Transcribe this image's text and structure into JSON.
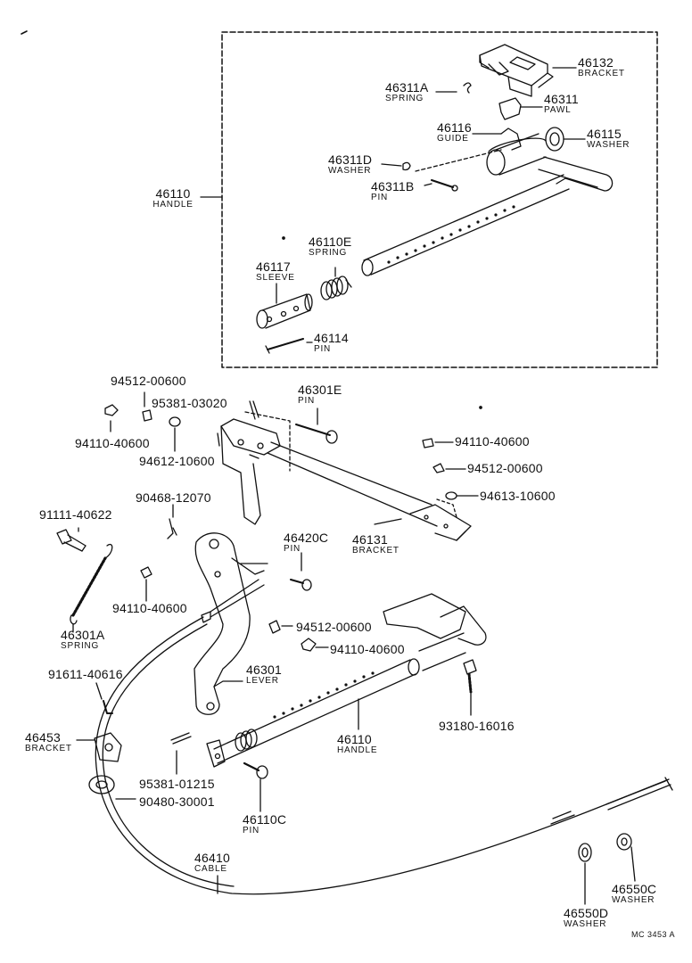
{
  "diagram": {
    "ref_code": "MC 3453 A",
    "parts": [
      {
        "id": "p46132",
        "number": "46132",
        "name": "BRACKET"
      },
      {
        "id": "p46311A",
        "number": "46311A",
        "name": "SPRING"
      },
      {
        "id": "p46311",
        "number": "46311",
        "name": "PAWL"
      },
      {
        "id": "p46116",
        "number": "46116",
        "name": "GUIDE"
      },
      {
        "id": "p46115",
        "number": "46115",
        "name": "WASHER"
      },
      {
        "id": "p46311D",
        "number": "46311D",
        "name": "WASHER"
      },
      {
        "id": "p46311B",
        "number": "46311B",
        "name": "PIN"
      },
      {
        "id": "p46110top",
        "number": "46110",
        "name": "HANDLE"
      },
      {
        "id": "p46110E",
        "number": "46110E",
        "name": "SPRING"
      },
      {
        "id": "p46117",
        "number": "46117",
        "name": "SLEEVE"
      },
      {
        "id": "p46114",
        "number": "46114",
        "name": "PIN"
      },
      {
        "id": "p94512a",
        "number": "94512-00600",
        "name": ""
      },
      {
        "id": "p95381a",
        "number": "95381-03020",
        "name": ""
      },
      {
        "id": "p46301E",
        "number": "46301E",
        "name": "PIN"
      },
      {
        "id": "p94110a",
        "number": "94110-40600",
        "name": ""
      },
      {
        "id": "p94612",
        "number": "94612-10600",
        "name": ""
      },
      {
        "id": "p94110b",
        "number": "94110-40600",
        "name": ""
      },
      {
        "id": "p94512b",
        "number": "94512-00600",
        "name": ""
      },
      {
        "id": "p94613",
        "number": "94613-10600",
        "name": ""
      },
      {
        "id": "p90468",
        "number": "90468-12070",
        "name": ""
      },
      {
        "id": "p91111",
        "number": "91111-40622",
        "name": ""
      },
      {
        "id": "p46420C",
        "number": "46420C",
        "name": "PIN"
      },
      {
        "id": "p46131",
        "number": "46131",
        "name": "BRACKET"
      },
      {
        "id": "p94110c",
        "number": "94110-40600",
        "name": ""
      },
      {
        "id": "p46301A",
        "number": "46301A",
        "name": "SPRING"
      },
      {
        "id": "p94512c",
        "number": "94512-00600",
        "name": ""
      },
      {
        "id": "p94110d",
        "number": "94110-40600",
        "name": ""
      },
      {
        "id": "p91611",
        "number": "91611-40616",
        "name": ""
      },
      {
        "id": "p46301",
        "number": "46301",
        "name": "LEVER"
      },
      {
        "id": "p93180",
        "number": "93180-16016",
        "name": ""
      },
      {
        "id": "p46453",
        "number": "46453",
        "name": "BRACKET"
      },
      {
        "id": "p46110bot",
        "number": "46110",
        "name": "HANDLE"
      },
      {
        "id": "p95381b",
        "number": "95381-01215",
        "name": ""
      },
      {
        "id": "p90480",
        "number": "90480-30001",
        "name": ""
      },
      {
        "id": "p46110C",
        "number": "46110C",
        "name": "PIN"
      },
      {
        "id": "p46410",
        "number": "46410",
        "name": "CABLE"
      },
      {
        "id": "p46550C",
        "number": "46550C",
        "name": "WASHER"
      },
      {
        "id": "p46550D",
        "number": "46550D",
        "name": "WASHER"
      }
    ]
  }
}
